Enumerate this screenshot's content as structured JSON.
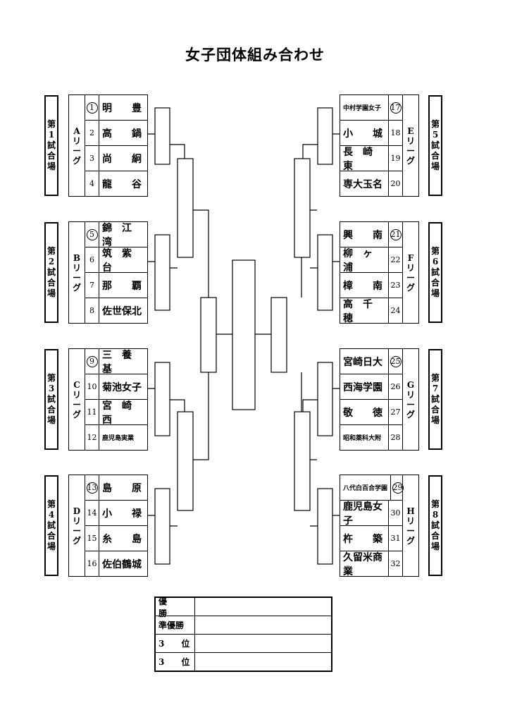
{
  "title": "女子団体組み合わせ",
  "left_blocks": [
    {
      "venue": [
        "第",
        "1",
        "試",
        "合",
        "場"
      ],
      "league": [
        "A",
        "リ",
        "ー",
        "グ"
      ],
      "teams": [
        {
          "num": "1",
          "circled": true,
          "name": "明　　豊"
        },
        {
          "num": "2",
          "name": "高　　鍋"
        },
        {
          "num": "3",
          "name": "尚　　絅"
        },
        {
          "num": "4",
          "name": "龍　　谷"
        }
      ]
    },
    {
      "venue": [
        "第",
        "2",
        "試",
        "合",
        "場"
      ],
      "league": [
        "B",
        "リ",
        "ー",
        "グ"
      ],
      "teams": [
        {
          "num": "5",
          "circled": true,
          "name": "錦　江　湾"
        },
        {
          "num": "6",
          "name": "筑　紫　台"
        },
        {
          "num": "7",
          "name": "那　　覇"
        },
        {
          "num": "8",
          "name": "佐世保北"
        }
      ]
    },
    {
      "venue": [
        "第",
        "3",
        "試",
        "合",
        "場"
      ],
      "league": [
        "C",
        "リ",
        "ー",
        "グ"
      ],
      "teams": [
        {
          "num": "9",
          "circled": true,
          "name": "三　養　基"
        },
        {
          "num": "10",
          "name": "菊池女子"
        },
        {
          "num": "11",
          "name": "宮　崎　西"
        },
        {
          "num": "12",
          "name": "鹿児島実業",
          "small": true
        }
      ]
    },
    {
      "venue": [
        "第",
        "4",
        "試",
        "合",
        "場"
      ],
      "league": [
        "D",
        "リ",
        "ー",
        "グ"
      ],
      "teams": [
        {
          "num": "13",
          "circled": true,
          "name": "島　　原"
        },
        {
          "num": "14",
          "name": "小　　禄"
        },
        {
          "num": "15",
          "name": "糸　　島"
        },
        {
          "num": "16",
          "name": "佐伯鶴城"
        }
      ]
    }
  ],
  "right_blocks": [
    {
      "venue": [
        "第",
        "5",
        "試",
        "合",
        "場"
      ],
      "league": [
        "E",
        "リ",
        "ー",
        "グ"
      ],
      "teams": [
        {
          "num": "17",
          "circled": true,
          "name": "中村学園女子",
          "small": true
        },
        {
          "num": "18",
          "name": "小　　城"
        },
        {
          "num": "19",
          "name": "長　崎　東"
        },
        {
          "num": "20",
          "name": "専大玉名"
        }
      ]
    },
    {
      "venue": [
        "第",
        "6",
        "試",
        "合",
        "場"
      ],
      "league": [
        "F",
        "リ",
        "ー",
        "グ"
      ],
      "teams": [
        {
          "num": "21",
          "circled": true,
          "name": "興　　南"
        },
        {
          "num": "22",
          "name": "柳　ヶ　浦"
        },
        {
          "num": "23",
          "name": "樟　　南"
        },
        {
          "num": "24",
          "name": "高　千　穂"
        }
      ]
    },
    {
      "venue": [
        "第",
        "7",
        "試",
        "合",
        "場"
      ],
      "league": [
        "G",
        "リ",
        "ー",
        "グ"
      ],
      "teams": [
        {
          "num": "25",
          "circled": true,
          "name": "宮崎日大"
        },
        {
          "num": "26",
          "name": "西海学園"
        },
        {
          "num": "27",
          "name": "敬　　徳"
        },
        {
          "num": "28",
          "name": "昭和薬科大附",
          "small": true
        }
      ]
    },
    {
      "venue": [
        "第",
        "8",
        "試",
        "合",
        "場"
      ],
      "league": [
        "H",
        "リ",
        "ー",
        "グ"
      ],
      "teams": [
        {
          "num": "29",
          "circled": true,
          "name": "八代白百合学園",
          "small": true
        },
        {
          "num": "30",
          "name": "鹿児島女子"
        },
        {
          "num": "31",
          "name": "杵　　築"
        },
        {
          "num": "32",
          "name": "久留米商業"
        }
      ]
    }
  ],
  "results": [
    {
      "label": "優　　勝"
    },
    {
      "label": "準優勝"
    },
    {
      "label": "3　　位"
    },
    {
      "label": "3　　位"
    }
  ]
}
